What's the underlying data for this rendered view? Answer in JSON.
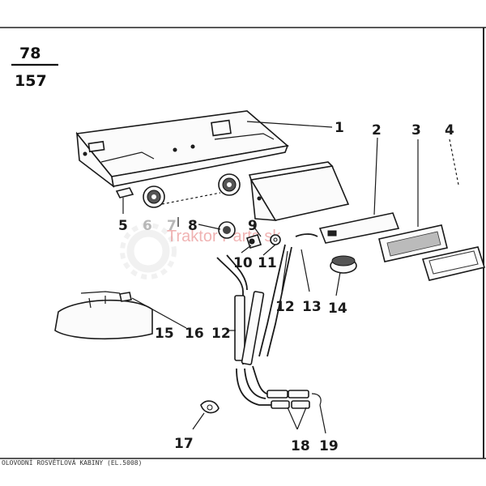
{
  "page_number": {
    "top": "78",
    "bottom": "157"
  },
  "watermark": "Traktor Parts sk",
  "caption": "OLOVODNÍ ROSVĚTLOVÁ KABINY (EL.5008)",
  "callouts": [
    "1",
    "2",
    "3",
    "4",
    "5",
    "6",
    "7",
    "8",
    "9",
    "10",
    "11",
    "12",
    "13",
    "14",
    "15",
    "16",
    "12",
    "17",
    "18",
    "19"
  ],
  "colors": {
    "ink": "#1a1a1a",
    "watermark": "#e57575",
    "paper": "#ffffff",
    "grey_label": "#b8b8b8"
  }
}
